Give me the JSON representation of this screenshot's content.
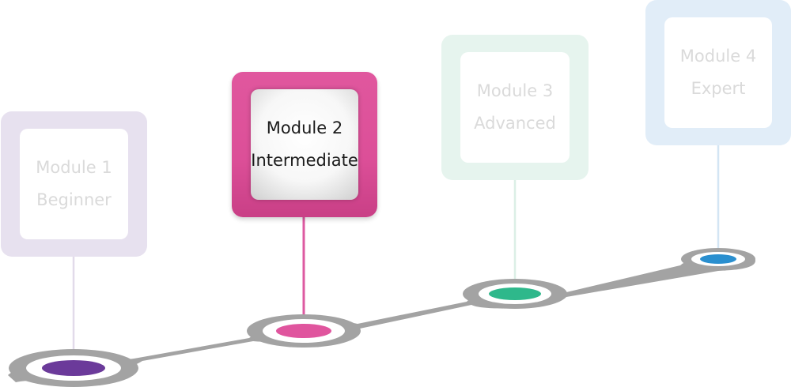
{
  "modules": [
    {
      "number_label": "Module 1",
      "level_label": "Beginner",
      "state": "faded",
      "frame_color": "#e7e1ef",
      "stem_color": "#e2dbea",
      "dot_color": "#6b3a9a"
    },
    {
      "number_label": "Module 2",
      "level_label": "Intermediate",
      "state": "active",
      "frame_color": "#dc4f98",
      "stem_color": "#dd5aa1",
      "dot_color": "#e0559e"
    },
    {
      "number_label": "Module 3",
      "level_label": "Advanced",
      "state": "faded",
      "frame_color": "#e6f4ee",
      "stem_color": "#dbefe6",
      "dot_color": "#2eb88b"
    },
    {
      "number_label": "Module 4",
      "level_label": "Expert",
      "state": "faded",
      "frame_color": "#e1edf8",
      "stem_color": "#d3e5f4",
      "dot_color": "#2a8fcf"
    }
  ],
  "track_color": "#a3a3a3"
}
